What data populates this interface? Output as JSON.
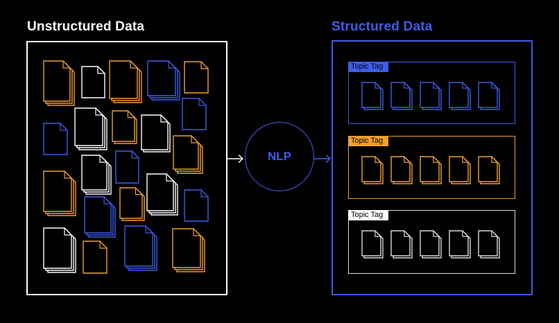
{
  "colors": {
    "background": "#000000",
    "orange": "#f0a030",
    "blue": "#3d5ee8",
    "white": "#ffffff",
    "grey": "#d9d9d9"
  },
  "unstructured": {
    "title": "Unstructured Data"
  },
  "structured": {
    "title": "Structured Data",
    "groups": [
      {
        "tag": "Topic Tag",
        "color": "blue"
      },
      {
        "tag": "Topic Tag",
        "color": "orange"
      },
      {
        "tag": "Topic Tag",
        "color": "white"
      }
    ]
  },
  "process": {
    "label": "NLP"
  },
  "icons": {
    "document": "document-icon",
    "document_stack": "document-stack-icon",
    "arrow": "arrow-right-icon"
  }
}
